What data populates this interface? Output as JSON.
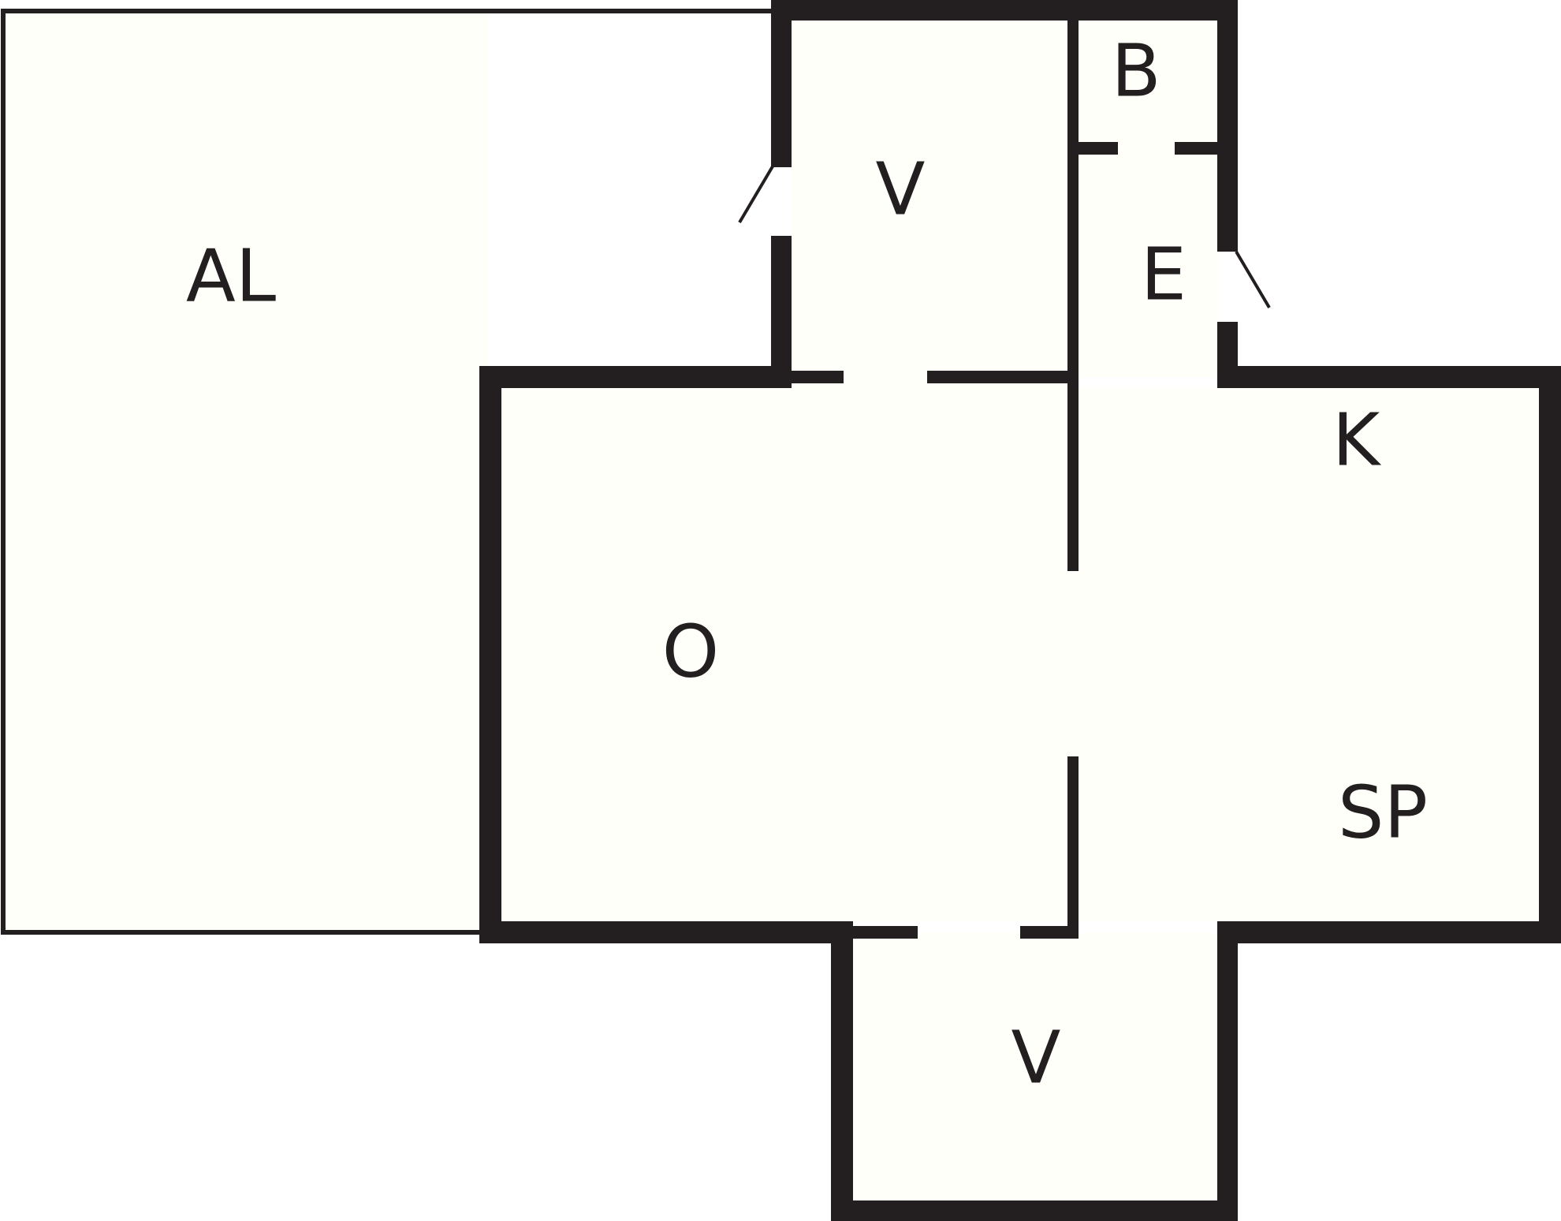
{
  "colors": {
    "wall": "#231f20",
    "floor": "#fefff8",
    "opening": "#ffffff",
    "background": "#ffffff"
  },
  "rooms": {
    "al": "AL",
    "v_top": "V",
    "b": "B",
    "e": "E",
    "k": "K",
    "o": "O",
    "sp": "SP",
    "v_bottom": "V"
  }
}
